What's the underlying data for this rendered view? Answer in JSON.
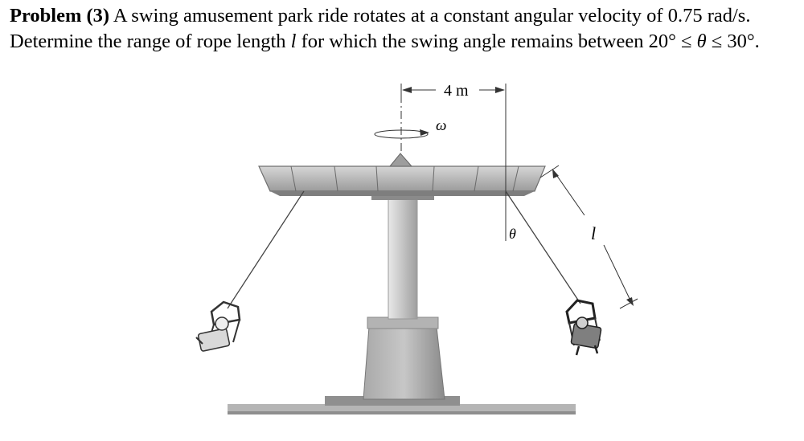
{
  "problem": {
    "label": "Problem (3)",
    "line1_rest": " A swing amusement park ride rotates at a constant angular velocity of 0.75 rad/s.",
    "line2_pre": "Determine the range of rope length ",
    "line2_var": "l",
    "line2_post": " for which the swing angle remains between 20° ≤ ",
    "line2_theta": "θ",
    "line2_end": " ≤ 30°."
  },
  "figure": {
    "radius_label": "4 m",
    "omega_label": "ω",
    "theta_label": "θ",
    "length_label": "l",
    "colors": {
      "platform": "#b9b9b9",
      "platform_dark": "#8d8d8d",
      "column": "#d2d2d2",
      "base": "#9a9a9a",
      "ground": "#a8a8a8",
      "rope": "#444444"
    }
  }
}
